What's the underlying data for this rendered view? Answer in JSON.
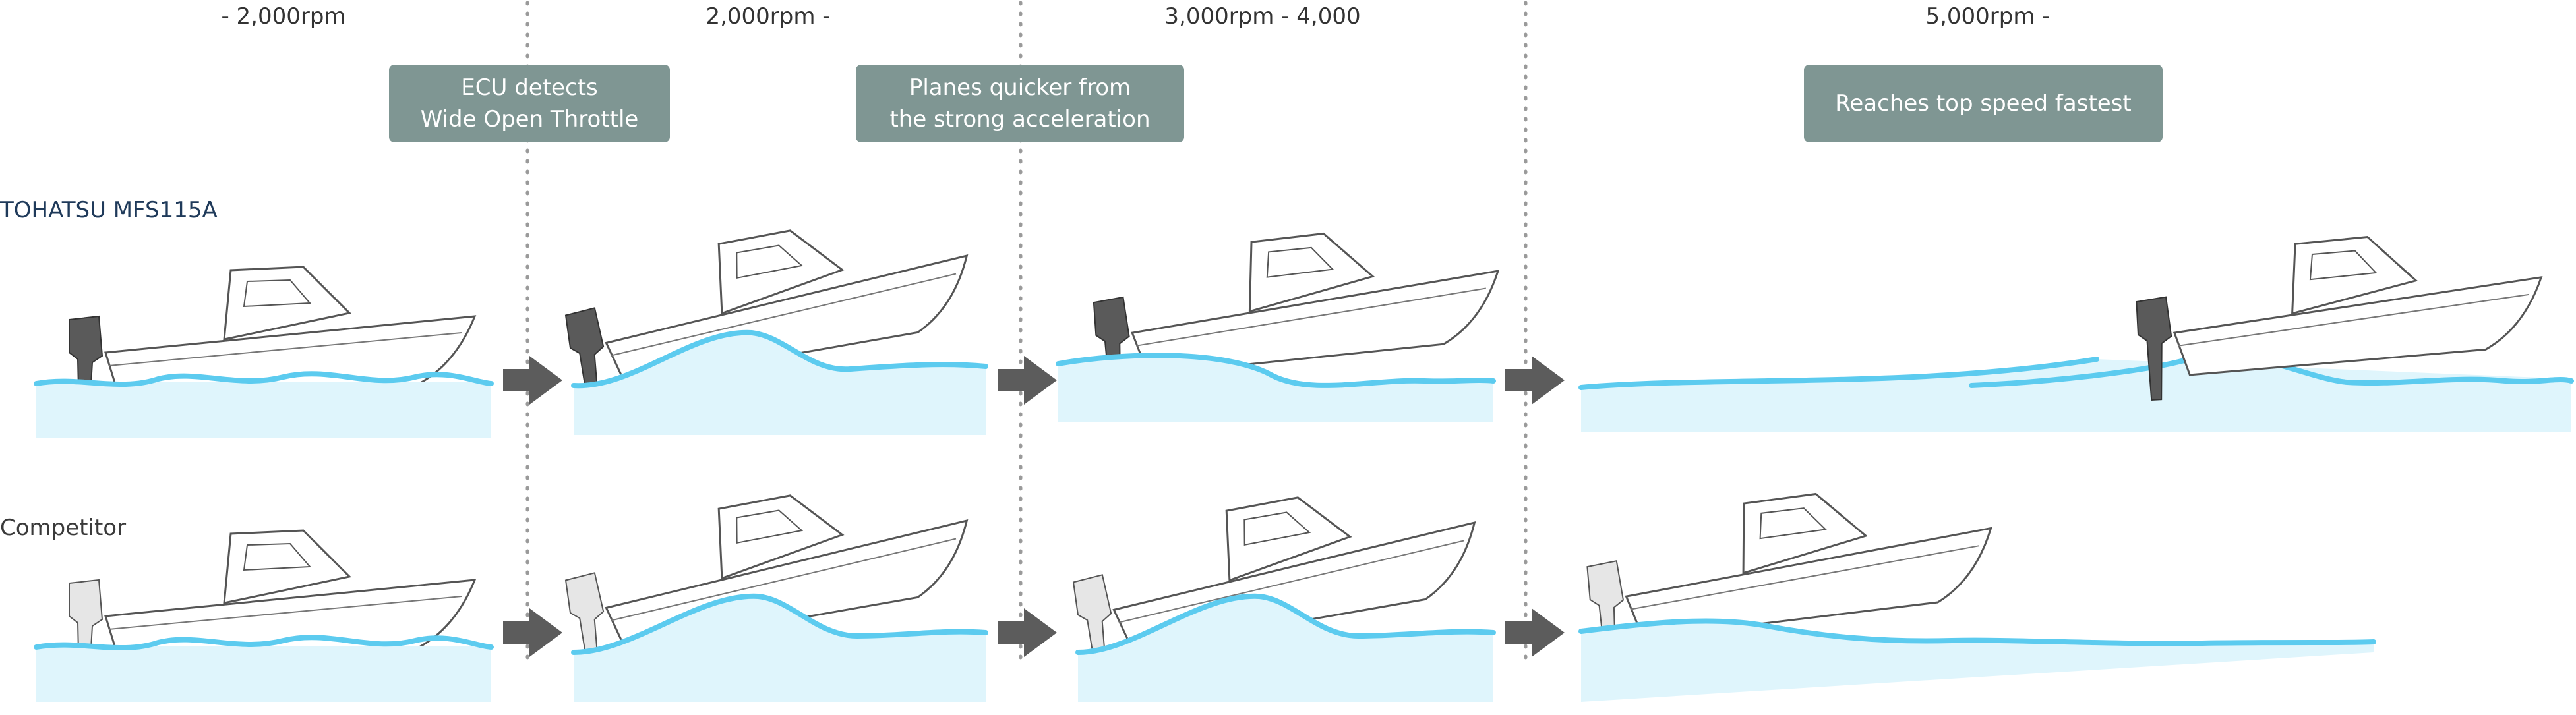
{
  "phases": [
    {
      "label": "- 2,000rpm"
    },
    {
      "label": "2,000rpm -"
    },
    {
      "label": "3,000rpm - 4,000"
    },
    {
      "label": "5,000rpm -"
    }
  ],
  "callouts": [
    {
      "lines": [
        "ECU detects",
        "Wide Open Throttle"
      ]
    },
    {
      "lines": [
        "Planes quicker from",
        "the strong acceleration"
      ]
    },
    {
      "lines": [
        "Reaches top speed fastest"
      ]
    }
  ],
  "rows": [
    {
      "label": "TOHATSU MFS115A",
      "label_color": "#1f3a5a"
    },
    {
      "label": "Competitor",
      "label_color": "#3a3a3a"
    }
  ],
  "colors": {
    "water_line": "#5ccbef",
    "water_fill": "#dff5fc",
    "callout_bg": "#7f9693",
    "arrow": "#5c5c5c",
    "divider": "#9a9a9a",
    "hull_stroke": "#555555",
    "tohatsu_engine": "#5a5a5a",
    "competitor_engine": "#e6e6e6"
  }
}
